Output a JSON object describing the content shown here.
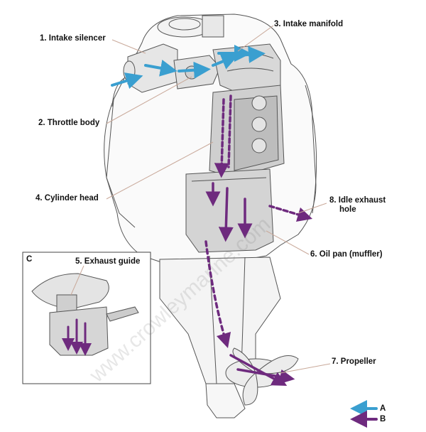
{
  "labels": {
    "l1": "1. Intake silencer",
    "l2": "2. Throttle body",
    "l3": "3. Intake manifold",
    "l4": "4. Cylinder head",
    "l5": "5. Exhaust guide",
    "l6": "6. Oil pan (muffler)",
    "l7": "7. Propeller",
    "l8a": "8. Idle exhaust",
    "l8b": "hole"
  },
  "inset": {
    "tag": "C"
  },
  "legend": {
    "a": "A",
    "b": "B"
  },
  "watermark": "www.crowleymarine.com",
  "colors": {
    "intake": "#3a9fd0",
    "exhaust": "#6e2a7e",
    "line": "#555555",
    "leader": "#c9a99a"
  }
}
